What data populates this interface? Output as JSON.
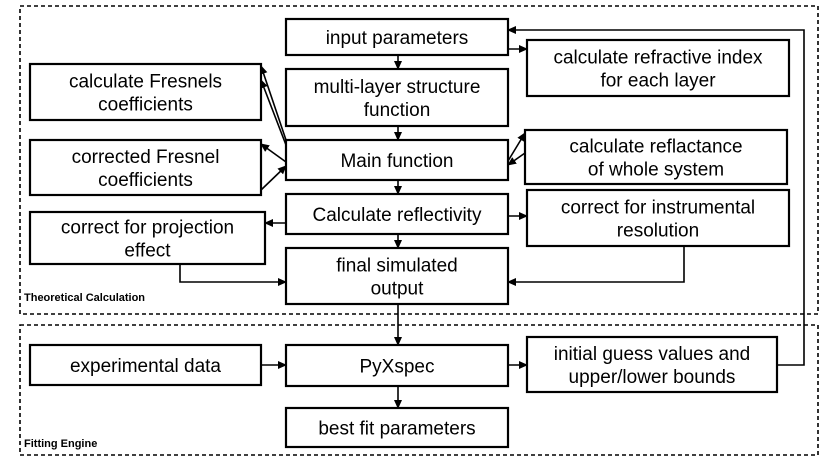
{
  "regions": {
    "theoretical": "Theoretical Calculation",
    "fitting": "Fitting Engine"
  },
  "nodes": {
    "input": [
      "input parameters"
    ],
    "refractive": [
      "calculate refractive index",
      "for each layer"
    ],
    "fresnels": [
      "calculate Fresnels",
      "coefficients"
    ],
    "multilayer": [
      "multi-layer structure",
      "function"
    ],
    "corrected": [
      "corrected Fresnel",
      "coefficients"
    ],
    "main": [
      "Main function"
    ],
    "reflectance": [
      "calculate reflactance",
      "of whole system"
    ],
    "projection": [
      "correct for projection",
      "effect"
    ],
    "reflectivity": [
      "Calculate reflectivity"
    ],
    "instrumental": [
      "correct for instrumental",
      "resolution"
    ],
    "final": [
      "final simulated",
      "output"
    ],
    "experimental": [
      "experimental data"
    ],
    "pyxspec": [
      "PyXspec"
    ],
    "guess": [
      "initial guess values and",
      "upper/lower bounds"
    ],
    "bestfit": [
      "best fit parameters"
    ]
  }
}
